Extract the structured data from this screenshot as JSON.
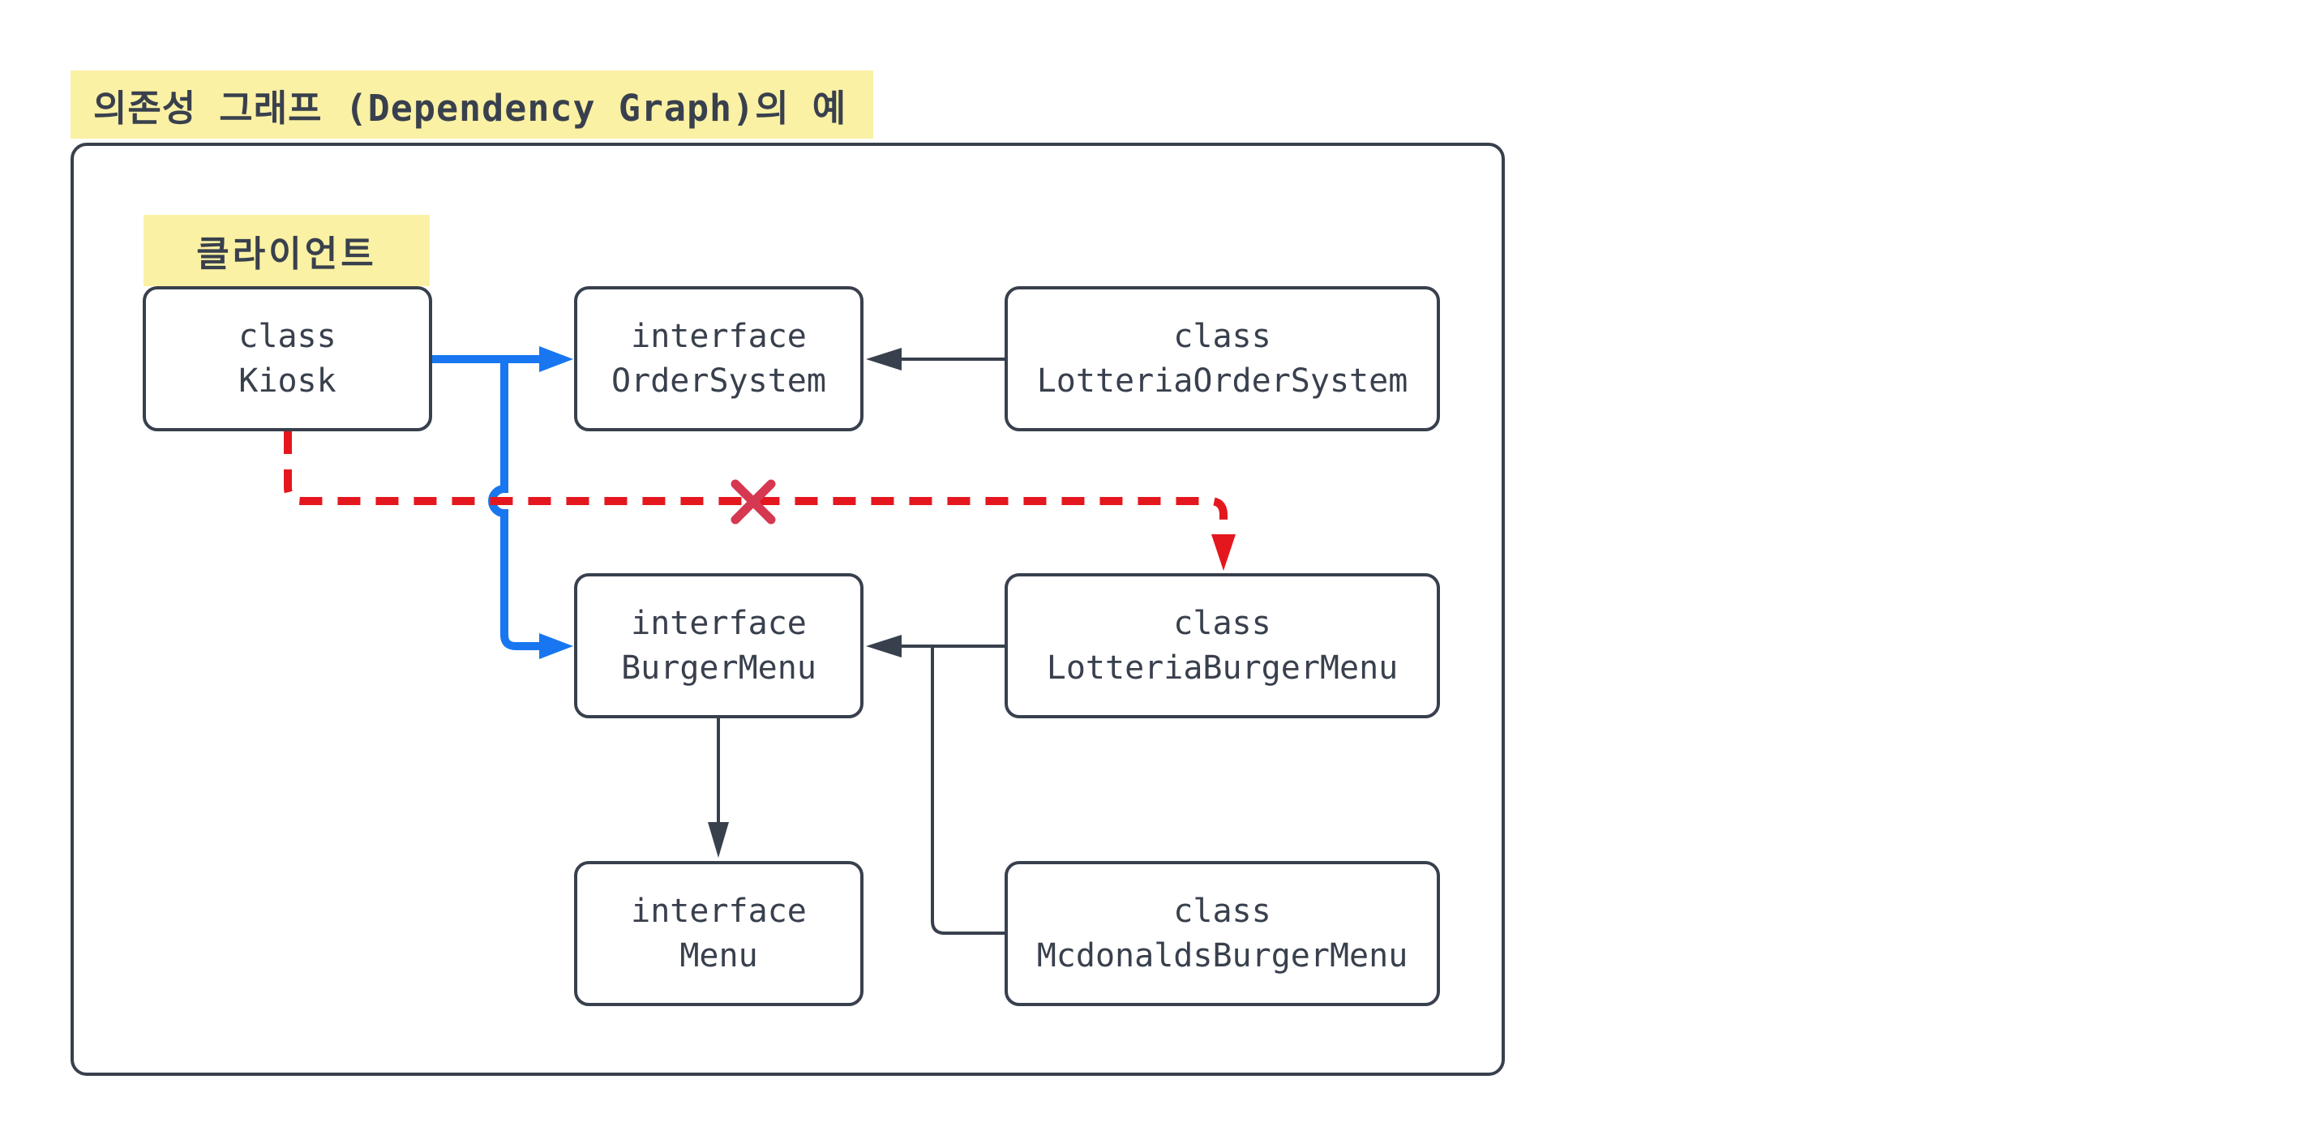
{
  "title": {
    "text": "의존성 그래프 (Dependency Graph)의 예",
    "highlight_color": "#faf1a4"
  },
  "client_label": {
    "text": "클라이언트"
  },
  "nodes": {
    "kiosk": {
      "line1": "class",
      "line2": "Kiosk"
    },
    "order_system": {
      "line1": "interface",
      "line2": "OrderSystem"
    },
    "lotteria_order_system": {
      "line1": "class",
      "line2": "LotteriaOrderSystem"
    },
    "burger_menu": {
      "line1": "interface",
      "line2": "BurgerMenu"
    },
    "lotteria_burger_menu": {
      "line1": "class",
      "line2": "LotteriaBurgerMenu"
    },
    "menu": {
      "line1": "interface",
      "line2": "Menu"
    },
    "mcdonalds_burger_menu": {
      "line1": "class",
      "line2": "McdonaldsBurgerMenu"
    }
  },
  "edges": [
    {
      "from": "Kiosk",
      "to": "OrderSystem",
      "style": "solid",
      "color": "#1877f0",
      "arrow": "into OrderSystem left edge"
    },
    {
      "from": "Kiosk",
      "to": "BurgerMenu",
      "style": "solid",
      "color": "#1877f0",
      "arrow": "into BurgerMenu left edge",
      "note": "hops over red dashed line"
    },
    {
      "from": "Kiosk",
      "to": "LotteriaBurgerMenu",
      "style": "dashed",
      "color": "#e5171e",
      "arrow": "into LotteriaBurgerMenu top edge",
      "crossed_out": true
    },
    {
      "from": "LotteriaOrderSystem",
      "to": "OrderSystem",
      "style": "solid",
      "color": "#39404d",
      "arrow": "into OrderSystem right edge"
    },
    {
      "from": "LotteriaBurgerMenu",
      "to": "BurgerMenu",
      "style": "solid",
      "color": "#39404d",
      "arrow": "into BurgerMenu right edge"
    },
    {
      "from": "McdonaldsBurgerMenu",
      "to": "BurgerMenu",
      "style": "solid",
      "color": "#39404d",
      "arrow": "joins LotteriaBurgerMenu arrow into BurgerMenu right edge"
    },
    {
      "from": "BurgerMenu",
      "to": "Menu",
      "style": "solid",
      "color": "#39404d",
      "arrow": "into Menu top edge"
    }
  ],
  "colors": {
    "stroke_dark": "#39404d",
    "accent_blue": "#1877f0",
    "arrow_red": "#e5171e",
    "cross_mark_red": "#d63852",
    "highlight_yellow": "#faf1a4",
    "background": "#ffffff"
  }
}
